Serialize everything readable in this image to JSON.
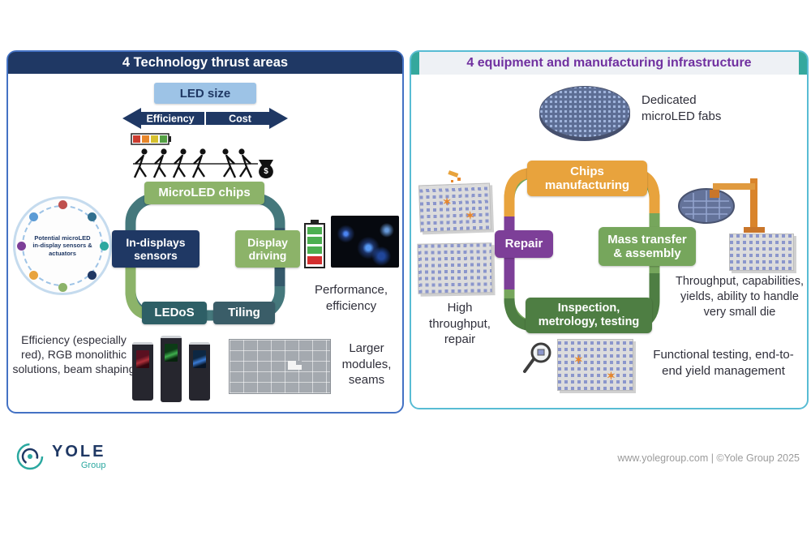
{
  "left": {
    "header": "4 Technology thrust areas",
    "led_size": "LED size",
    "arrow_left": "Efficiency",
    "arrow_right": "Cost",
    "chips": "MicroLED chips",
    "sensors": "In-displays sensors",
    "driving": "Display driving",
    "ledos": "LEDoS",
    "tiling": "Tiling",
    "circle_text": "Potential microLED in-display sensors & actuators",
    "performance": "Performance, efficiency",
    "efficiency_note": "Efficiency (especially red), RGB monolithic solutions, beam shaping",
    "modules_note": "Larger modules, seams"
  },
  "right": {
    "header": "4 equipment and manufacturing infrastructure",
    "fabs_note": "Dedicated microLED fabs",
    "chips_mfg": "Chips manufacturing",
    "repair": "Repair",
    "mass_transfer": "Mass transfer & assembly",
    "inspection": "Inspection, metrology, testing",
    "throughput_left_note": "High throughput, repair",
    "throughput_right_note": "Throughput, capabilities, yields, ability to handle very small die",
    "functional_note": "Functional testing, end-to-end yield management"
  },
  "footer": {
    "brand": "YOLE",
    "brand_sub": "Group",
    "credit": "www.yolegroup.com | ©Yole Group 2025"
  },
  "icons": {
    "defect": "✶",
    "money": "$"
  },
  "colors": {
    "navy": "#1f3864",
    "light_blue": "#9dc3e6",
    "green": "#8cb369",
    "teal_ring": "#45787c",
    "dark_teal": "#2e5f66",
    "slate": "#3a5d68",
    "purple_header": "#7030a0",
    "orange": "#e8a33d",
    "purple": "#7d3f98",
    "mid_green": "#76a65c",
    "dark_green": "#4e7e43",
    "left_border": "#4472c4",
    "right_border": "#58bcd4",
    "logo_teal": "#2ba8a0"
  }
}
